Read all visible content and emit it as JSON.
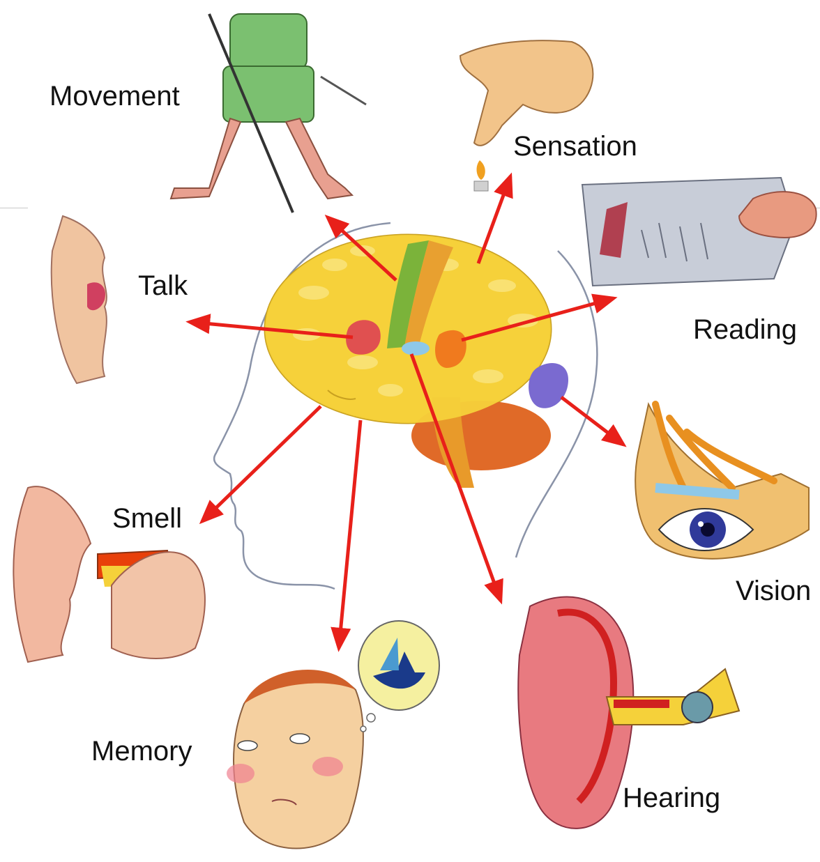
{
  "labels": {
    "movement": "Movement",
    "sensation": "Sensation",
    "reading": "Reading",
    "talk": "Talk",
    "vision": "Vision",
    "smell": "Smell",
    "memory": "Memory",
    "hearing": "Hearing"
  },
  "colors": {
    "arrow": "#e8201a",
    "brain_base": "#f5d13a",
    "motor_cortex": "#7bb33a",
    "sensory_cortex": "#e8a030",
    "speech_area": "#e05050",
    "reading_area": "#f07a1e",
    "visual_cortex": "#7a6ad0",
    "auditory_area": "#8ec8e8",
    "cerebellum": "#e06a28",
    "head_outline": "#8a93a8"
  }
}
